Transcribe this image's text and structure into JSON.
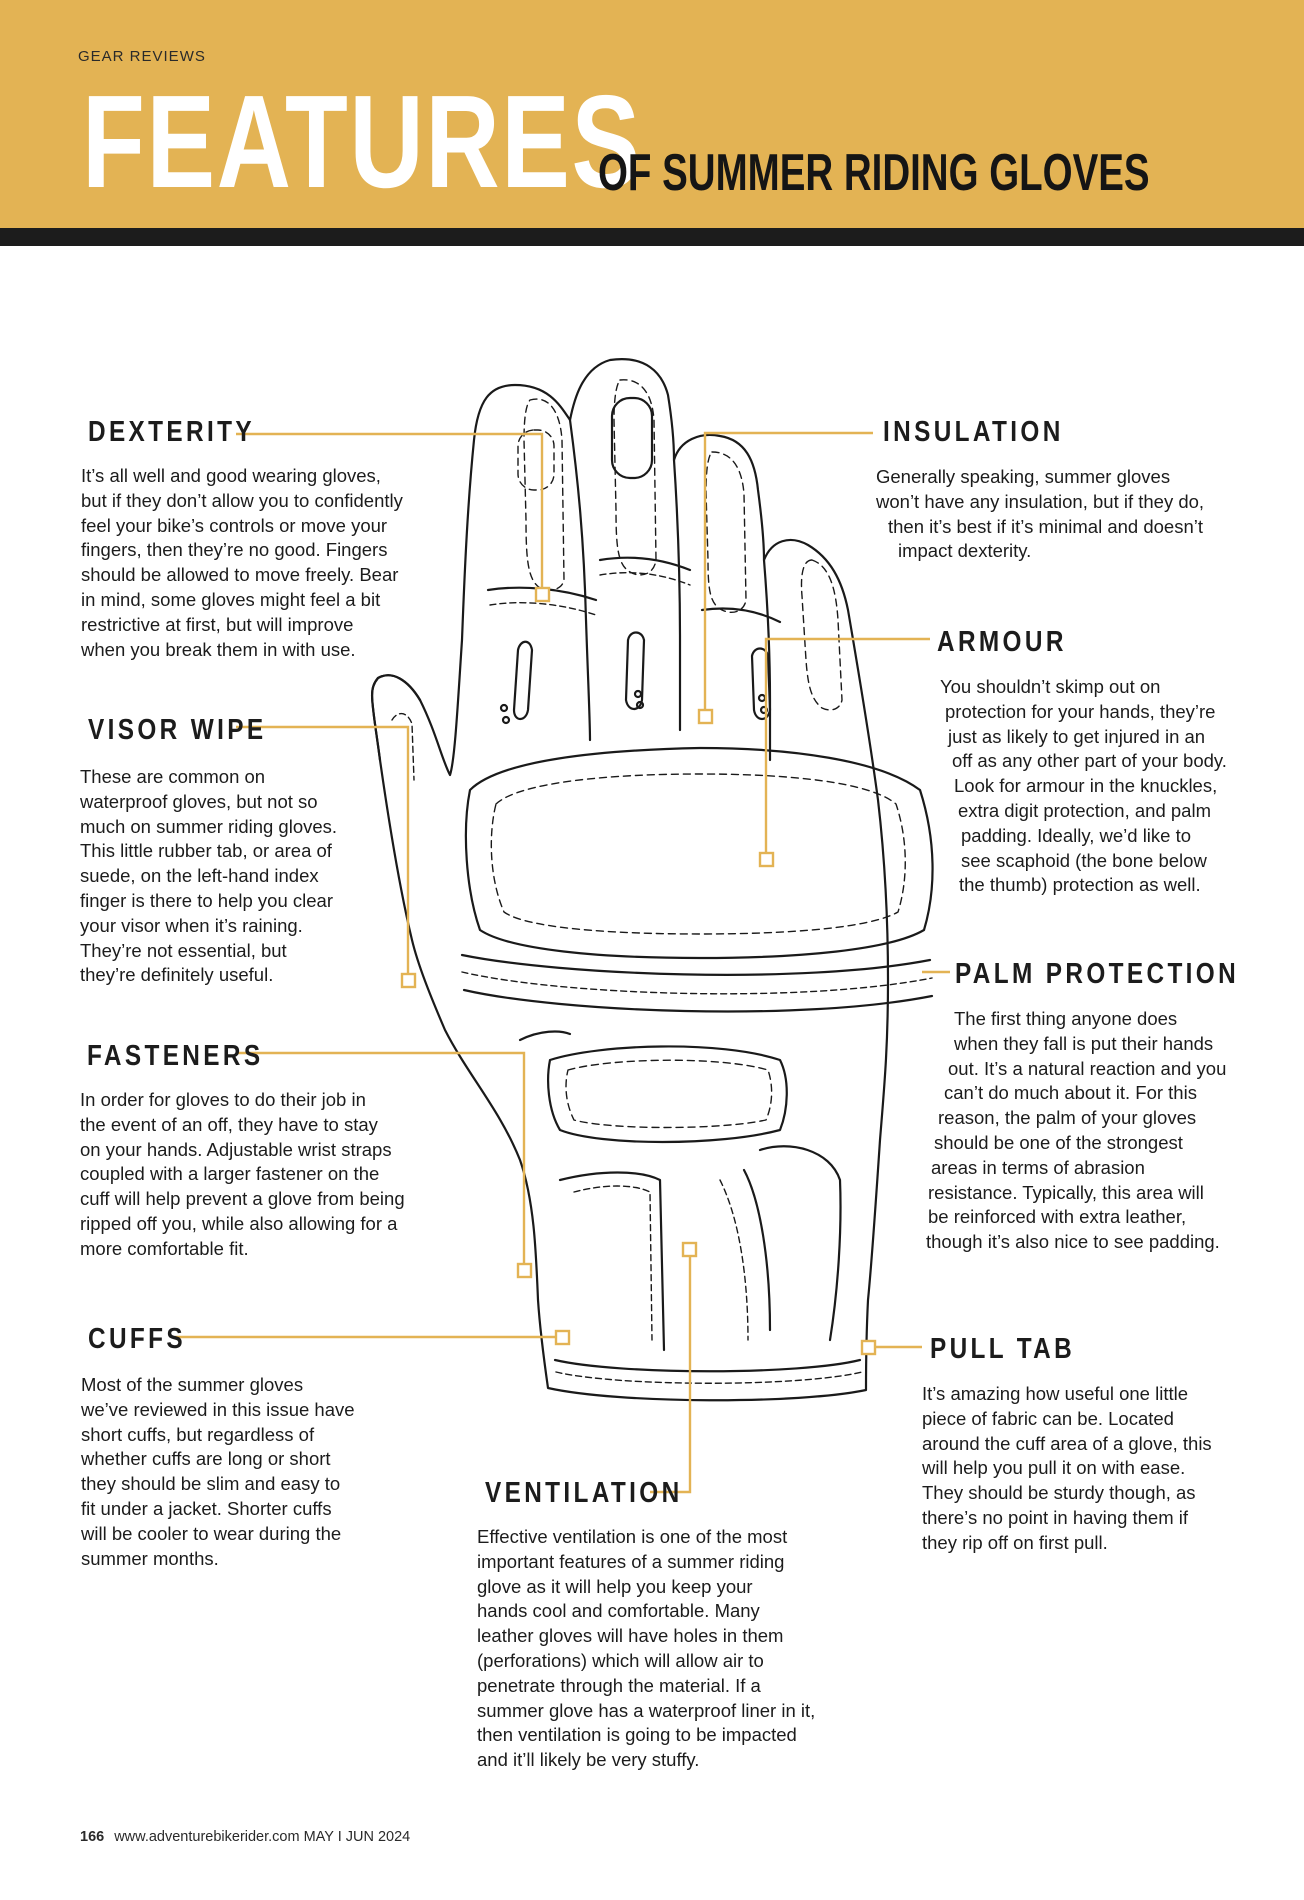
{
  "header": {
    "section": "GEAR REVIEWS",
    "title": "FEATURES",
    "subtitle": "OF SUMMER RIDING GLOVES",
    "accent_color": "#e3b354"
  },
  "features": {
    "dexterity": {
      "heading": "DEXTERITY",
      "lines": [
        "It’s all well and good wearing gloves,",
        "but if they don’t allow you to confidently",
        "feel your bike’s controls or move your",
        "fingers, then they’re no good. Fingers",
        "should be allowed to move freely. Bear",
        "in mind, some gloves might feel a bit",
        "restrictive at first, but will improve",
        "when you break them in with use."
      ]
    },
    "visor_wipe": {
      "heading": "VISOR WIPE",
      "lines": [
        "These are common on",
        "waterproof gloves, but not so",
        "much on summer riding gloves.",
        "This little rubber tab, or area of",
        "suede, on the left-hand index",
        "finger is there to help you clear",
        "your visor when it’s raining.",
        "They’re not essential, but",
        "they’re definitely useful."
      ]
    },
    "fasteners": {
      "heading": "FASTENERS",
      "lines": [
        "In order for gloves to do their job in",
        "the event of an off, they have to stay",
        "on your hands. Adjustable wrist straps",
        "coupled with a larger fastener on the",
        "cuff will help prevent a glove from being",
        "ripped off you, while also allowing for a",
        "more comfortable fit."
      ]
    },
    "cuffs": {
      "heading": "CUFFS",
      "lines": [
        "Most of the summer gloves",
        "we’ve reviewed in this issue have",
        "short cuffs, but regardless of",
        "whether cuffs are long or short",
        "they should be slim and easy to",
        "fit under a jacket. Shorter cuffs",
        "will be cooler to wear during the",
        "summer months."
      ]
    },
    "ventilation": {
      "heading": "VENTILATION",
      "lines": [
        "Effective ventilation is one of the most",
        "important features of a summer riding",
        "glove as it will help you keep your",
        "hands cool and comfortable. Many",
        "leather gloves will have holes in them",
        "(perforations) which will allow air to",
        "penetrate through the material. If a",
        "summer glove has a waterproof liner in it,",
        "then ventilation is going to be impacted",
        "and it’ll likely be very stuffy."
      ]
    },
    "insulation": {
      "heading": "INSULATION",
      "lines": [
        "Generally speaking, summer gloves",
        "won’t have any insulation, but if they do,",
        "then it’s best if it’s minimal and doesn’t",
        "impact dexterity."
      ]
    },
    "armour": {
      "heading": "ARMOUR",
      "lines": [
        "You shouldn’t skimp out on",
        "protection for your hands, they’re",
        "just as likely to get injured in an",
        "off as any other part of your body.",
        "Look for armour in the knuckles,",
        "extra digit protection, and palm",
        "padding. Ideally, we’d like to",
        "see scaphoid (the bone below",
        "the thumb) protection as well."
      ]
    },
    "palm_protection": {
      "heading": "PALM PROTECTION",
      "lines": [
        "The first thing anyone does",
        "when they fall is put their hands",
        "out. It’s a natural reaction and you",
        "can’t do much about it. For this",
        "reason, the palm of your gloves",
        "should be one of the strongest",
        "areas in terms of abrasion",
        "resistance. Typically, this area will",
        "be reinforced with extra leather,",
        "though it’s also nice to see padding."
      ]
    },
    "pull_tab": {
      "heading": "PULL TAB",
      "lines": [
        "It’s amazing how useful one little",
        "piece of fabric can be. Located",
        "around the cuff area of a glove, this",
        "will help you pull it on with ease.",
        "They should be sturdy though, as",
        "there’s no point in having them if",
        "they rip off on first pull."
      ]
    }
  },
  "footer": {
    "page_number": "166",
    "text": "www.adventurebikerider.com MAY I JUN 2024"
  }
}
